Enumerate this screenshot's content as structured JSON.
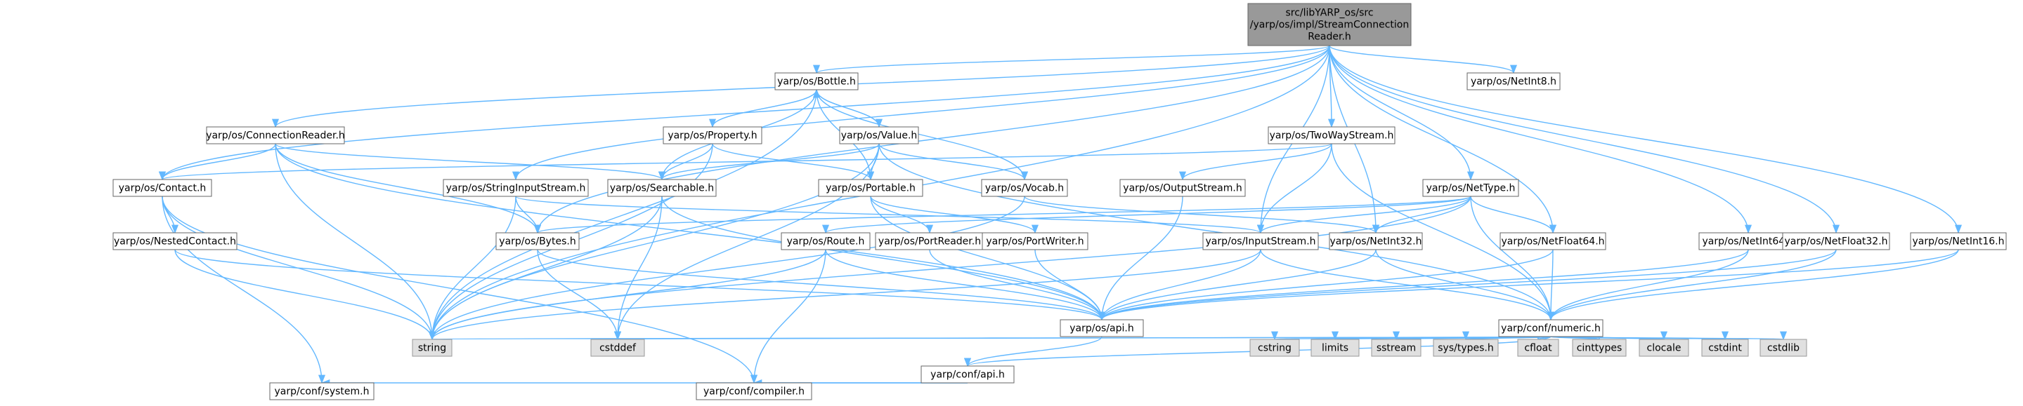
{
  "colors": {
    "edge": "#63b8ff",
    "node_border": "#666666",
    "root_fill": "#999999",
    "node_fill": "#ffffff",
    "external_fill": "#e0e0e0",
    "external_border": "#999999"
  },
  "nodes": [
    {
      "id": "root",
      "lines": [
        "src/libYARP_os/src",
        "/yarp/os/impl/StreamConnection",
        "Reader.h"
      ],
      "kind": "root"
    },
    {
      "id": "bottle",
      "lines": [
        "yarp/os/Bottle.h"
      ],
      "kind": "header"
    },
    {
      "id": "netint8",
      "lines": [
        "yarp/os/NetInt8.h"
      ],
      "kind": "header"
    },
    {
      "id": "connreader",
      "lines": [
        "yarp/os/ConnectionReader.h"
      ],
      "kind": "header"
    },
    {
      "id": "property",
      "lines": [
        "yarp/os/Property.h"
      ],
      "kind": "header"
    },
    {
      "id": "value",
      "lines": [
        "yarp/os/Value.h"
      ],
      "kind": "header"
    },
    {
      "id": "twoway",
      "lines": [
        "yarp/os/TwoWayStream.h"
      ],
      "kind": "header"
    },
    {
      "id": "contact",
      "lines": [
        "yarp/os/Contact.h"
      ],
      "kind": "header"
    },
    {
      "id": "stringinput",
      "lines": [
        "yarp/os/StringInputStream.h"
      ],
      "kind": "header"
    },
    {
      "id": "searchable",
      "lines": [
        "yarp/os/Searchable.h"
      ],
      "kind": "header"
    },
    {
      "id": "portable",
      "lines": [
        "yarp/os/Portable.h"
      ],
      "kind": "header"
    },
    {
      "id": "vocab",
      "lines": [
        "yarp/os/Vocab.h"
      ],
      "kind": "header"
    },
    {
      "id": "outputstream",
      "lines": [
        "yarp/os/OutputStream.h"
      ],
      "kind": "header"
    },
    {
      "id": "nettype",
      "lines": [
        "yarp/os/NetType.h"
      ],
      "kind": "header"
    },
    {
      "id": "nestedcontact",
      "lines": [
        "yarp/os/NestedContact.h"
      ],
      "kind": "header"
    },
    {
      "id": "bytes",
      "lines": [
        "yarp/os/Bytes.h"
      ],
      "kind": "header"
    },
    {
      "id": "route",
      "lines": [
        "yarp/os/Route.h"
      ],
      "kind": "header"
    },
    {
      "id": "portreader",
      "lines": [
        "yarp/os/PortReader.h"
      ],
      "kind": "header"
    },
    {
      "id": "portwriter",
      "lines": [
        "yarp/os/PortWriter.h"
      ],
      "kind": "header"
    },
    {
      "id": "inputstream",
      "lines": [
        "yarp/os/InputStream.h"
      ],
      "kind": "header"
    },
    {
      "id": "netint32",
      "lines": [
        "yarp/os/NetInt32.h"
      ],
      "kind": "header"
    },
    {
      "id": "netfloat64",
      "lines": [
        "yarp/os/NetFloat64.h"
      ],
      "kind": "header"
    },
    {
      "id": "netint64",
      "lines": [
        "yarp/os/NetInt64.h"
      ],
      "kind": "header"
    },
    {
      "id": "netfloat32",
      "lines": [
        "yarp/os/NetFloat32.h"
      ],
      "kind": "header"
    },
    {
      "id": "netint16",
      "lines": [
        "yarp/os/NetInt16.h"
      ],
      "kind": "header"
    },
    {
      "id": "osapi",
      "lines": [
        "yarp/os/api.h"
      ],
      "kind": "header"
    },
    {
      "id": "numeric",
      "lines": [
        "yarp/conf/numeric.h"
      ],
      "kind": "header"
    },
    {
      "id": "string",
      "lines": [
        "string"
      ],
      "kind": "external"
    },
    {
      "id": "cstddef",
      "lines": [
        "cstddef"
      ],
      "kind": "external"
    },
    {
      "id": "confapi",
      "lines": [
        "yarp/conf/api.h"
      ],
      "kind": "header"
    },
    {
      "id": "cstring",
      "lines": [
        "cstring"
      ],
      "kind": "external"
    },
    {
      "id": "limits",
      "lines": [
        "limits"
      ],
      "kind": "external"
    },
    {
      "id": "sstream",
      "lines": [
        "sstream"
      ],
      "kind": "external"
    },
    {
      "id": "systypes",
      "lines": [
        "sys/types.h"
      ],
      "kind": "external"
    },
    {
      "id": "cfloat",
      "lines": [
        "cfloat"
      ],
      "kind": "external"
    },
    {
      "id": "cinttypes",
      "lines": [
        "cinttypes"
      ],
      "kind": "external"
    },
    {
      "id": "clocale",
      "lines": [
        "clocale"
      ],
      "kind": "external"
    },
    {
      "id": "cstdint",
      "lines": [
        "cstdint"
      ],
      "kind": "external"
    },
    {
      "id": "cstdlib",
      "lines": [
        "cstdlib"
      ],
      "kind": "external"
    },
    {
      "id": "confsystem",
      "lines": [
        "yarp/conf/system.h"
      ],
      "kind": "header"
    },
    {
      "id": "confcompiler",
      "lines": [
        "yarp/conf/compiler.h"
      ],
      "kind": "header"
    }
  ],
  "edges": [
    [
      "root",
      "bottle"
    ],
    [
      "root",
      "netint8"
    ],
    [
      "root",
      "connreader"
    ],
    [
      "root",
      "contact"
    ],
    [
      "root",
      "stringinput"
    ],
    [
      "root",
      "twoway"
    ],
    [
      "root",
      "nettype"
    ],
    [
      "root",
      "inputstream"
    ],
    [
      "root",
      "netint32"
    ],
    [
      "root",
      "netfloat64"
    ],
    [
      "root",
      "netint64"
    ],
    [
      "root",
      "netfloat32"
    ],
    [
      "root",
      "netint16"
    ],
    [
      "root",
      "string"
    ],
    [
      "root",
      "bytes"
    ],
    [
      "bottle",
      "property"
    ],
    [
      "bottle",
      "value"
    ],
    [
      "bottle",
      "searchable"
    ],
    [
      "bottle",
      "portable"
    ],
    [
      "bottle",
      "vocab"
    ],
    [
      "bottle",
      "string"
    ],
    [
      "property",
      "bottle"
    ],
    [
      "property",
      "searchable"
    ],
    [
      "property",
      "portable"
    ],
    [
      "property",
      "string"
    ],
    [
      "value",
      "bottle"
    ],
    [
      "value",
      "searchable"
    ],
    [
      "value",
      "portable"
    ],
    [
      "value",
      "vocab"
    ],
    [
      "value",
      "string"
    ],
    [
      "value",
      "cstddef"
    ],
    [
      "value",
      "numeric"
    ],
    [
      "connreader",
      "contact"
    ],
    [
      "connreader",
      "searchable"
    ],
    [
      "connreader",
      "bytes"
    ],
    [
      "connreader",
      "osapi"
    ],
    [
      "connreader",
      "string"
    ],
    [
      "contact",
      "nestedcontact"
    ],
    [
      "contact",
      "string"
    ],
    [
      "contact",
      "confsystem"
    ],
    [
      "contact",
      "confcompiler"
    ],
    [
      "nestedcontact",
      "string"
    ],
    [
      "nestedcontact",
      "osapi"
    ],
    [
      "stringinput",
      "bytes"
    ],
    [
      "stringinput",
      "inputstream"
    ],
    [
      "stringinput",
      "string"
    ],
    [
      "searchable",
      "string"
    ],
    [
      "searchable",
      "cstddef"
    ],
    [
      "searchable",
      "osapi"
    ],
    [
      "portable",
      "portreader"
    ],
    [
      "portable",
      "portwriter"
    ],
    [
      "portable",
      "osapi"
    ],
    [
      "vocab",
      "string"
    ],
    [
      "vocab",
      "netint32"
    ],
    [
      "twoway",
      "contact"
    ],
    [
      "twoway",
      "inputstream"
    ],
    [
      "twoway",
      "outputstream"
    ],
    [
      "twoway",
      "numeric"
    ],
    [
      "outputstream",
      "osapi"
    ],
    [
      "nettype",
      "bytes"
    ],
    [
      "nettype",
      "inputstream"
    ],
    [
      "nettype",
      "netint32"
    ],
    [
      "nettype",
      "netfloat64"
    ],
    [
      "nettype",
      "numeric"
    ],
    [
      "nettype",
      "string"
    ],
    [
      "nettype",
      "route"
    ],
    [
      "bytes",
      "osapi"
    ],
    [
      "bytes",
      "cstddef"
    ],
    [
      "route",
      "osapi"
    ],
    [
      "route",
      "string"
    ],
    [
      "route",
      "confcompiler"
    ],
    [
      "portreader",
      "osapi"
    ],
    [
      "portwriter",
      "osapi"
    ],
    [
      "inputstream",
      "osapi"
    ],
    [
      "inputstream",
      "numeric"
    ],
    [
      "inputstream",
      "string"
    ],
    [
      "netint32",
      "osapi"
    ],
    [
      "netint32",
      "numeric"
    ],
    [
      "netfloat64",
      "osapi"
    ],
    [
      "netfloat64",
      "numeric"
    ],
    [
      "netint64",
      "osapi"
    ],
    [
      "netint64",
      "numeric"
    ],
    [
      "netfloat32",
      "osapi"
    ],
    [
      "netfloat32",
      "numeric"
    ],
    [
      "netint16",
      "osapi"
    ],
    [
      "netint16",
      "numeric"
    ],
    [
      "osapi",
      "confapi"
    ],
    [
      "numeric",
      "string"
    ],
    [
      "numeric",
      "cstddef"
    ],
    [
      "numeric",
      "confapi"
    ],
    [
      "numeric",
      "cstring"
    ],
    [
      "numeric",
      "limits"
    ],
    [
      "numeric",
      "sstream"
    ],
    [
      "numeric",
      "systypes"
    ],
    [
      "numeric",
      "cfloat"
    ],
    [
      "numeric",
      "cinttypes"
    ],
    [
      "numeric",
      "clocale"
    ],
    [
      "numeric",
      "cstdint"
    ],
    [
      "numeric",
      "cstdlib"
    ],
    [
      "confapi",
      "confsystem"
    ],
    [
      "confapi",
      "confcompiler"
    ]
  ]
}
